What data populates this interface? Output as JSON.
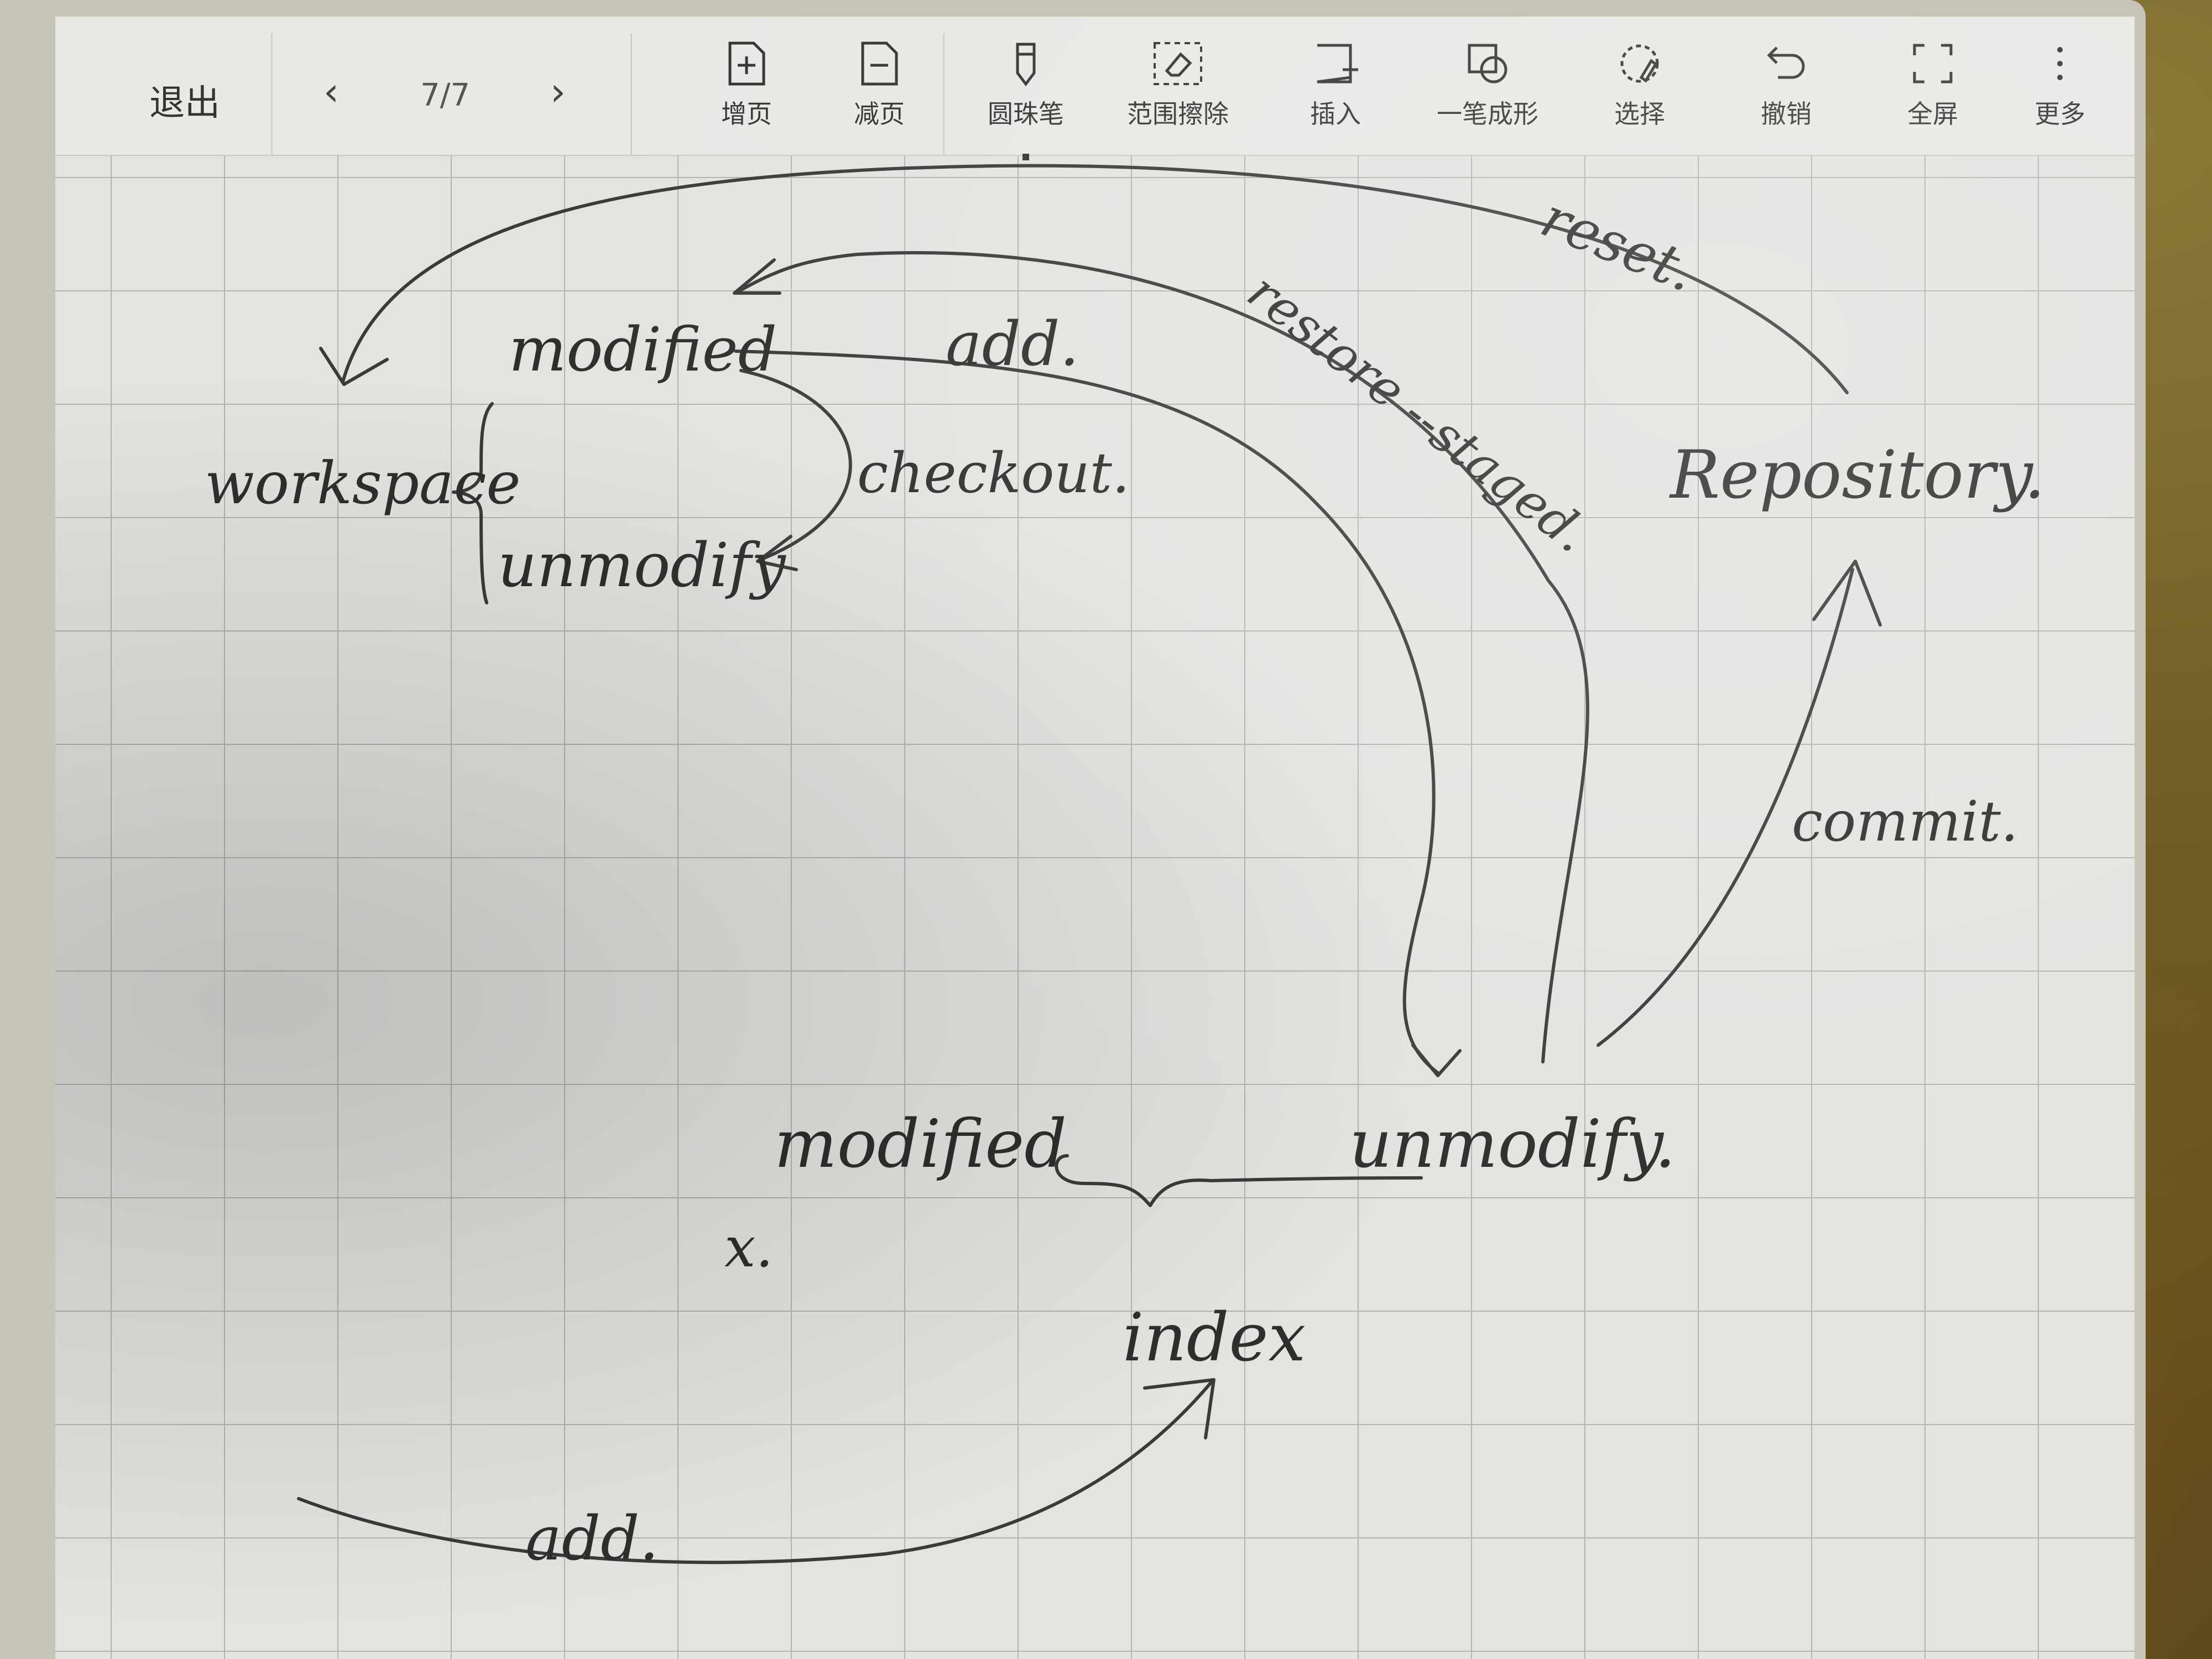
{
  "toolbar": {
    "exit_label": "退出",
    "page_counter": "7/7",
    "tools": [
      {
        "id": "add-page",
        "label": "增页",
        "icon": "add-page-icon"
      },
      {
        "id": "remove-page",
        "label": "减页",
        "icon": "remove-page-icon"
      },
      {
        "id": "ballpoint-pen",
        "label": "圆珠笔",
        "icon": "pen-icon",
        "active": true
      },
      {
        "id": "area-eraser",
        "label": "范围擦除",
        "icon": "eraser-icon"
      },
      {
        "id": "insert",
        "label": "插入",
        "icon": "insert-icon"
      },
      {
        "id": "shape",
        "label": "一笔成形",
        "icon": "shape-icon"
      },
      {
        "id": "select",
        "label": "选择",
        "icon": "lasso-icon"
      },
      {
        "id": "undo",
        "label": "撤销",
        "icon": "undo-icon"
      },
      {
        "id": "fullscreen",
        "label": "全屏",
        "icon": "fullscreen-icon"
      },
      {
        "id": "more",
        "label": "更多",
        "icon": "more-icon"
      }
    ]
  },
  "notes": {
    "workspace": "workspace",
    "modified_top": "modified",
    "unmodify_top": "unmodify",
    "checkout": "checkout.",
    "add_top": "add.",
    "restore_staged": "restore --staged.",
    "reset": "reset.",
    "repository": "Repository.",
    "commit": "commit.",
    "modified_bottom": "modified",
    "unmodify_bottom": "unmodify.",
    "x_mark": "x.",
    "index": "index",
    "add_bottom": "add."
  }
}
